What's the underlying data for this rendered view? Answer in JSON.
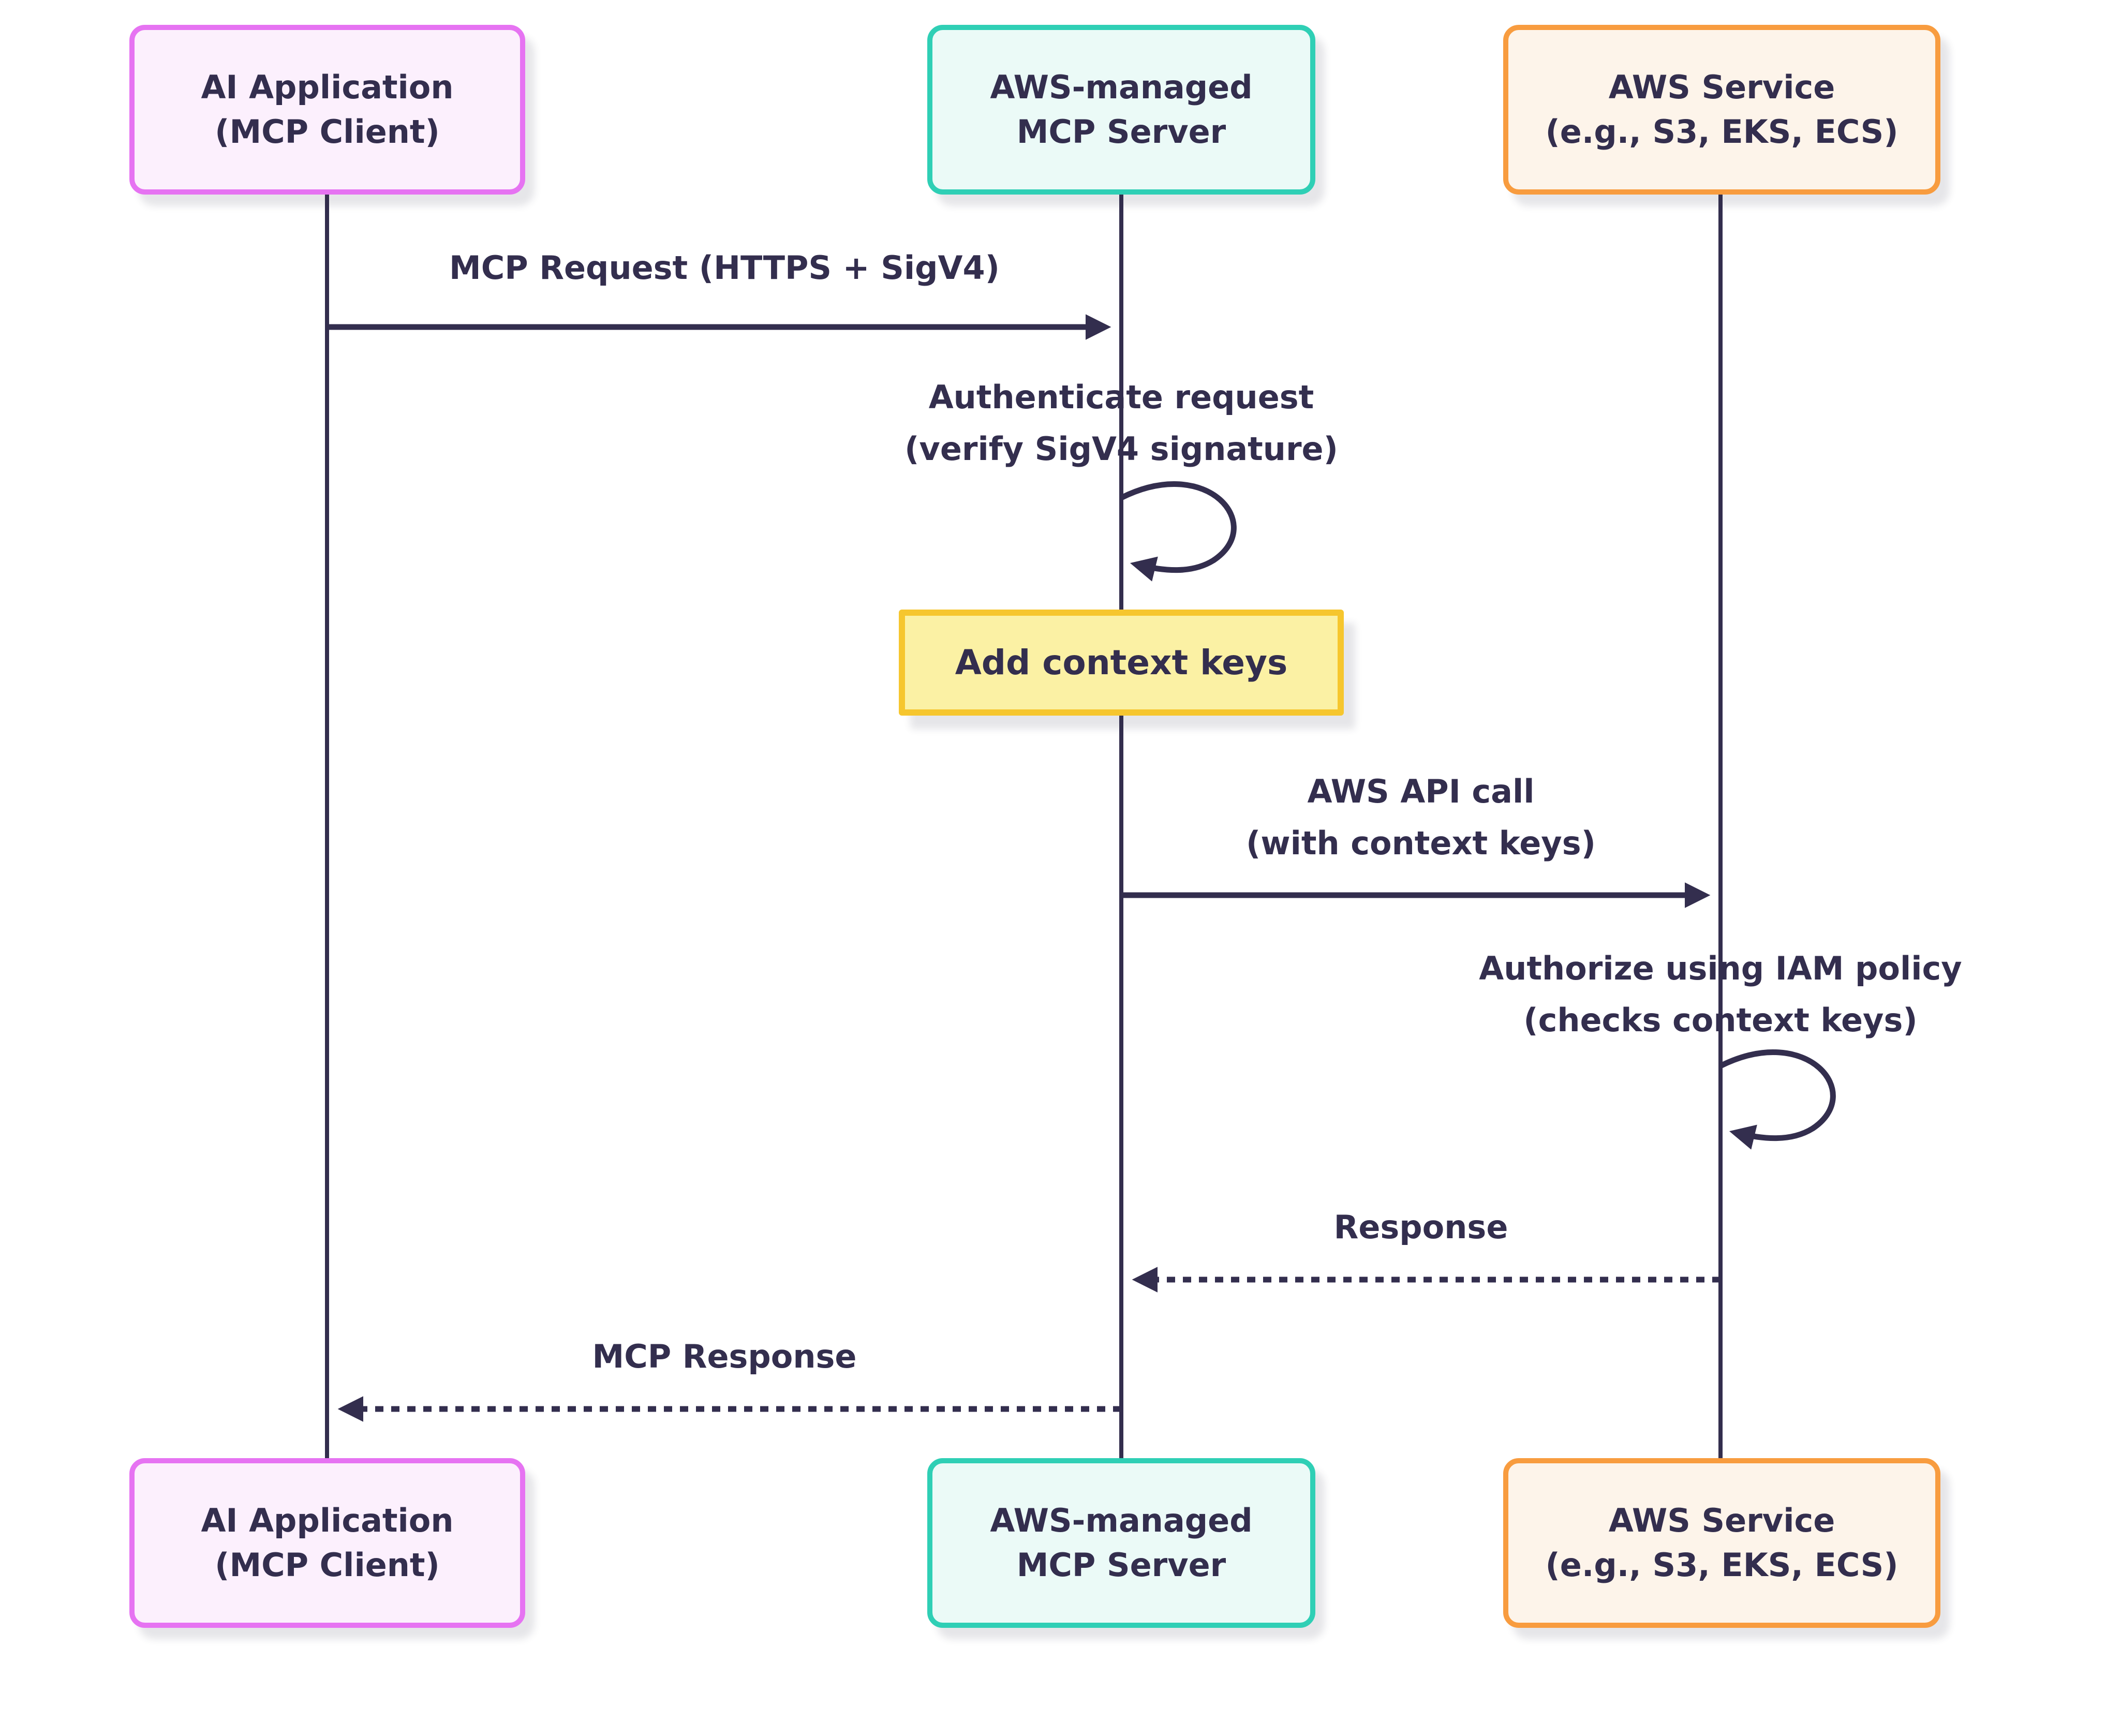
{
  "diagram_type": "sequence",
  "colors": {
    "ink": "#332E4E",
    "background": "#FFFFFF",
    "shadow": "rgba(51,46,78,0.12)",
    "actor_client_border": "#E673F2",
    "actor_client_fill": "#FCF0FD",
    "actor_server_border": "#2FCFB5",
    "actor_server_fill": "#EBFAF7",
    "actor_service_border": "#F89C3F",
    "actor_service_fill": "#FDF4EA",
    "note_border": "#F6C62E",
    "note_fill": "#FBF1A4"
  },
  "actors": [
    {
      "id": "ai-application",
      "line1": "AI Application",
      "line2": "(MCP Client)"
    },
    {
      "id": "mcp-server",
      "line1": "AWS-managed",
      "line2": "MCP Server"
    },
    {
      "id": "aws-service",
      "line1": "AWS Service",
      "line2": "(e.g., S3, EKS, ECS)"
    }
  ],
  "messages": {
    "mcp_request": {
      "label": "MCP Request (HTTPS + SigV4)",
      "style": "solid",
      "from": "ai-application",
      "to": "mcp-server"
    },
    "authenticate": {
      "line1": "Authenticate request",
      "line2": "(verify SigV4 signature)",
      "style": "self",
      "on": "mcp-server"
    },
    "aws_api_call": {
      "line1": "AWS API call",
      "line2": "(with context keys)",
      "style": "solid",
      "from": "mcp-server",
      "to": "aws-service"
    },
    "authorize": {
      "line1": "Authorize using IAM policy",
      "line2": "(checks context keys)",
      "style": "self",
      "on": "aws-service"
    },
    "response": {
      "label": "Response",
      "style": "dotted",
      "from": "aws-service",
      "to": "mcp-server"
    },
    "mcp_response": {
      "label": "MCP Response",
      "style": "dotted",
      "from": "mcp-server",
      "to": "ai-application"
    }
  },
  "note": {
    "text": "Add context keys",
    "over": "mcp-server"
  }
}
